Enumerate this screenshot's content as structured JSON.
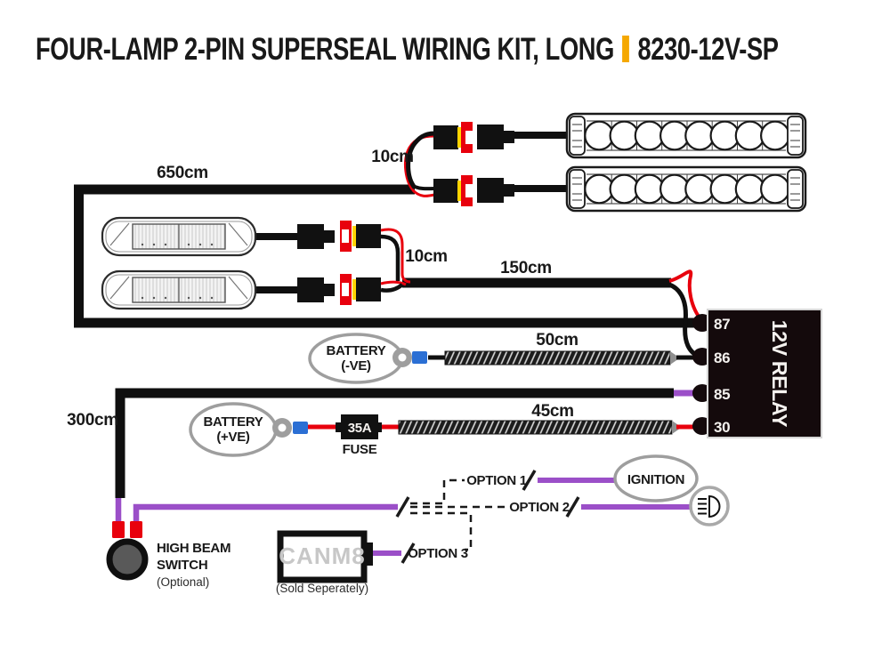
{
  "title": {
    "main": "FOUR-LAMP 2-PIN SUPERSEAL WIRING KIT, LONG",
    "code": "8230-12V-SP"
  },
  "colors": {
    "accent_orange": "#F5A800",
    "wire_purple": "#9B4FC8",
    "wire_red": "#E8000D",
    "crimp_blue": "#2B6FD4",
    "outline_gray": "#9E9E9E",
    "relay_bg": "#140A0C"
  },
  "lengths": {
    "l650": "650cm",
    "l10_top": "10cm",
    "l10_mid": "10cm",
    "l150": "150cm",
    "l50": "50cm",
    "l45": "45cm",
    "l300": "300cm"
  },
  "relay": {
    "name": "12V RELAY",
    "pin87": "87",
    "pin86": "86",
    "pin85": "85",
    "pin30": "30"
  },
  "battery_negative": {
    "line1": "BATTERY",
    "line2": "(-VE)"
  },
  "battery_positive": {
    "line1": "BATTERY",
    "line2": "(+VE)"
  },
  "fuse": {
    "rating": "35A",
    "label": "FUSE"
  },
  "options": {
    "option1": "OPTION 1",
    "option2": "OPTION 2",
    "option3": "OPTION 3"
  },
  "ignition": {
    "label": "IGNITION"
  },
  "canm8": {
    "label": "CANM8",
    "note": "(Sold Seperately)"
  },
  "high_beam_switch": {
    "line1": "HIGH BEAM",
    "line2": "SWITCH",
    "note": "(Optional)"
  }
}
